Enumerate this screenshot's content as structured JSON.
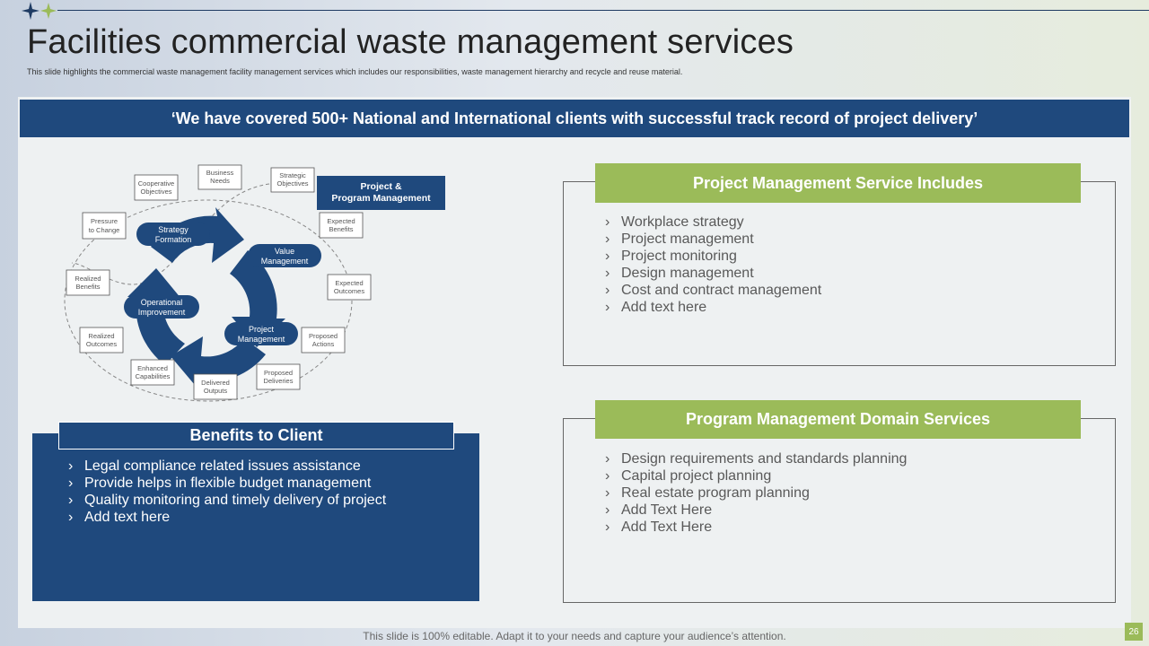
{
  "slide": {
    "title": "Facilities commercial waste management services",
    "subtitle": "This slide highlights the commercial waste management facility management services which includes our responsibilities, waste management hierarchy and recycle and reuse material.",
    "banner": "‘We have covered 500+ National and International clients with successful track record of project delivery’",
    "footer": "This slide is 100% editable. Adapt it to your needs and capture your audience’s attention.",
    "page_number": "26"
  },
  "diagram": {
    "program_box": [
      "Project &",
      "Program Management"
    ],
    "arrows": [
      {
        "lines": [
          "Strategy",
          "Formation"
        ]
      },
      {
        "lines": [
          "Value",
          "Management"
        ]
      },
      {
        "lines": [
          "Project",
          "Management"
        ]
      },
      {
        "lines": [
          "Operational",
          "Improvement"
        ]
      }
    ],
    "nodes": [
      {
        "lines": [
          "Business",
          "Needs"
        ]
      },
      {
        "lines": [
          "Strategic",
          "Objectives"
        ]
      },
      {
        "lines": [
          "Expected",
          "Benefits"
        ]
      },
      {
        "lines": [
          "Expected",
          "Outcomes"
        ]
      },
      {
        "lines": [
          "Proposed",
          "Actions"
        ]
      },
      {
        "lines": [
          "Proposed",
          "Deliveries"
        ]
      },
      {
        "lines": [
          "Delivered",
          "Outputs"
        ]
      },
      {
        "lines": [
          "Enhanced",
          "Capabilities"
        ]
      },
      {
        "lines": [
          "Realized",
          "Outcomes"
        ]
      },
      {
        "lines": [
          "Realized",
          "Benefits"
        ]
      },
      {
        "lines": [
          "Pressure",
          "to Change"
        ]
      },
      {
        "lines": [
          "Cooperative",
          "Objectives"
        ]
      }
    ]
  },
  "benefits": {
    "header": "Benefits to Client",
    "items": [
      "Legal compliance related issues assistance",
      "Provide helps in flexible budget management",
      "Quality monitoring and timely delivery of project",
      "Add text here"
    ]
  },
  "project_management": {
    "header": "Project Management Service Includes",
    "items": [
      "Workplace strategy",
      "Project management",
      "Project monitoring",
      "Design management",
      "Cost and contract management",
      "Add text here"
    ]
  },
  "program_management": {
    "header": "Program Management Domain Services",
    "items": [
      "Design requirements and standards planning",
      "Capital project planning",
      "Real estate program planning",
      "Add Text Here",
      "Add Text Here"
    ]
  },
  "colors": {
    "navy": "#1f497d",
    "green": "#9bbb59"
  }
}
